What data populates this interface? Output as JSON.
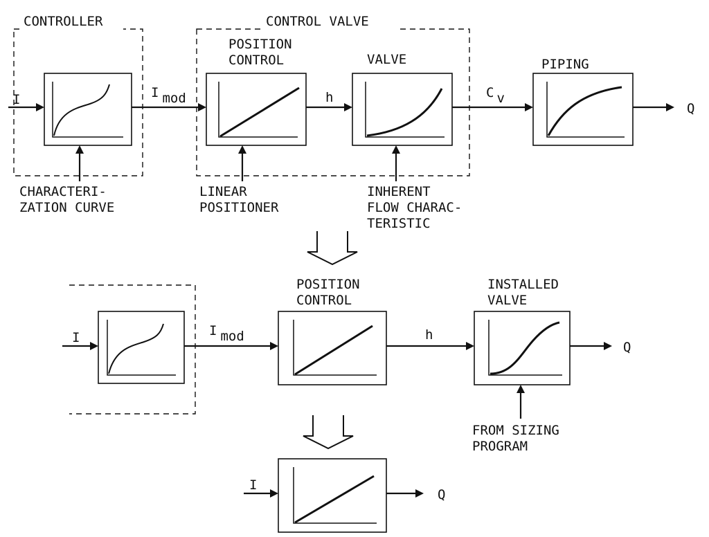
{
  "top": {
    "controller_title": "CONTROLLER",
    "control_valve_title": "CONTROL VALVE",
    "input": "I",
    "signal_imod_main": "I",
    "signal_imod_sub": "mod",
    "position_control": [
      "POSITION",
      "CONTROL"
    ],
    "signal_h": "h",
    "valve_title": "VALVE",
    "signal_cv_main": "C",
    "signal_cv_sub": "v",
    "piping_title": "PIPING",
    "output": "Q",
    "characterization": [
      "CHARACTERI-",
      "ZATION CURVE"
    ],
    "linear_positioner": [
      "LINEAR",
      "POSITIONER"
    ],
    "inherent_flow": [
      "INHERENT",
      "FLOW CHARAC-",
      "TERISTIC"
    ]
  },
  "middle": {
    "input": "I",
    "signal_imod_main": "I",
    "signal_imod_sub": "mod",
    "position_control": [
      "POSITION",
      "CONTROL"
    ],
    "signal_h": "h",
    "installed_valve": [
      "INSTALLED",
      "VALVE"
    ],
    "output": "Q",
    "sizing_program": [
      "FROM SIZING",
      "PROGRAM"
    ]
  },
  "bottom": {
    "input": "I",
    "output": "Q"
  }
}
